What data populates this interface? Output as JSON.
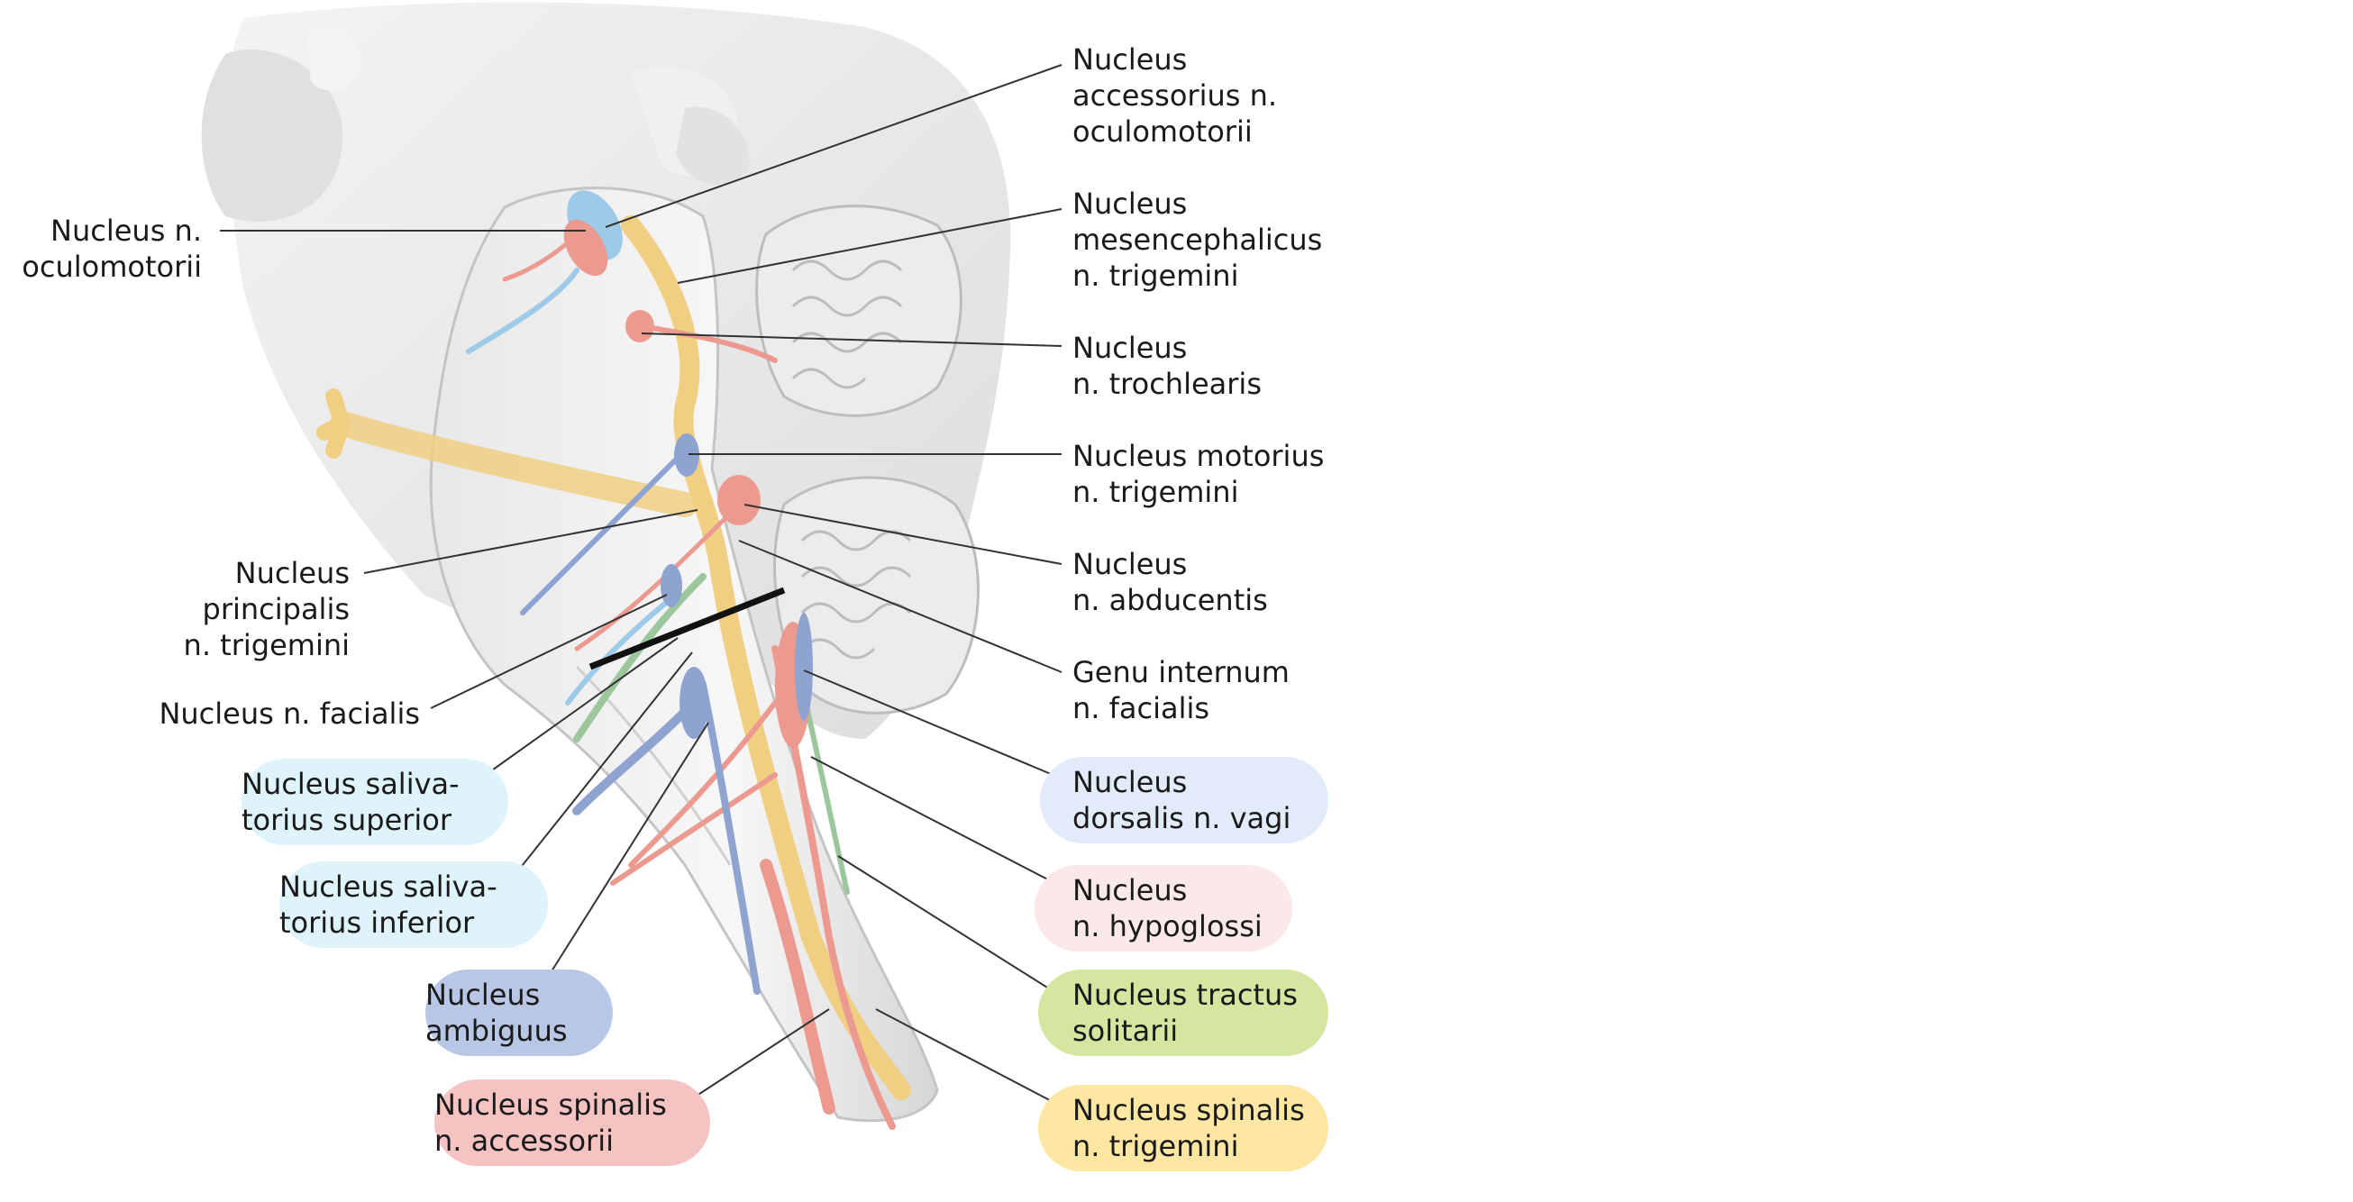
{
  "labels": {
    "oculomotor_accessory": "Nucleus\naccessorius n.\noculomotorii",
    "oculomotor": "Nucleus n.\noculomotorii",
    "mesencephalic_trigeminal": "Nucleus\nmesencephalicus\nn. trigemini",
    "trochlear": "Nucleus\nn. trochlearis",
    "motor_trigeminal": "Nucleus motorius\nn. trigemini",
    "abducens": "Nucleus\nn. abducentis",
    "principal_trigeminal": "Nucleus\nprincipalis\nn. trigemini",
    "genu_facial": "Genu internum\nn. facialis",
    "facial": "Nucleus n. facialis",
    "salivatory_superior": "Nucleus saliva-\ntorius superior",
    "salivatory_inferior": "Nucleus saliva-\ntorius inferior",
    "ambiguus": "Nucleus\nambiguus",
    "spinal_accessory": "Nucleus spinalis\nn. accessorii",
    "dorsal_vagus": "Nucleus\ndorsalis n. vagi",
    "hypoglossal": "Nucleus\nn. hypoglossi",
    "solitary_tract": "Nucleus tractus\nsolitarii",
    "spinal_trigeminal": "Nucleus spinalis\nn. trigemini"
  },
  "colors": {
    "light_blue": "#dff3fb",
    "blue": "#b9c7e6",
    "pale_blue": "#e2ebfa",
    "red": "#f6c3c3",
    "pale_red": "#fbe9e9",
    "green": "#d5e6a0",
    "yellow": "#fde7a2",
    "nerve_yellow": "#f0cf83",
    "nerve_red": "#ec9a90",
    "nerve_blue": "#8fa3d1",
    "nerve_green": "#9cc79d",
    "nerve_lightblue": "#9dcbe7"
  }
}
